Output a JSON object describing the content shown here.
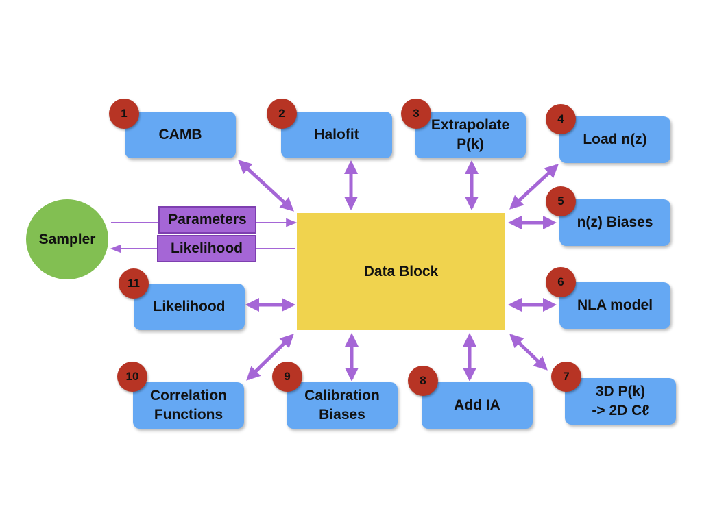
{
  "center": {
    "label": "Data Block"
  },
  "sampler": {
    "label": "Sampler"
  },
  "flows": {
    "parameters": "Parameters",
    "likelihood": "Likelihood"
  },
  "modules": [
    {
      "number": "1",
      "label": "CAMB"
    },
    {
      "number": "2",
      "label": "Halofit"
    },
    {
      "number": "3",
      "label": "Extrapolate\nP(k)"
    },
    {
      "number": "4",
      "label": "Load n(z)"
    },
    {
      "number": "5",
      "label": "n(z) Biases"
    },
    {
      "number": "6",
      "label": "NLA model"
    },
    {
      "number": "7",
      "label": "3D P(k)\n-> 2D Cℓ"
    },
    {
      "number": "8",
      "label": "Add IA"
    },
    {
      "number": "9",
      "label": "Calibration\nBiases"
    },
    {
      "number": "10",
      "label": "Correlation\nFunctions"
    },
    {
      "number": "11",
      "label": "Likelihood"
    }
  ],
  "colors": {
    "module_fill": "#65a8f3",
    "badge_fill": "#b73424",
    "data_block_fill": "#f0d34e",
    "sampler_fill": "#82bf52",
    "flow_label_fill": "#a566d6",
    "arrow": "#a566d6"
  }
}
